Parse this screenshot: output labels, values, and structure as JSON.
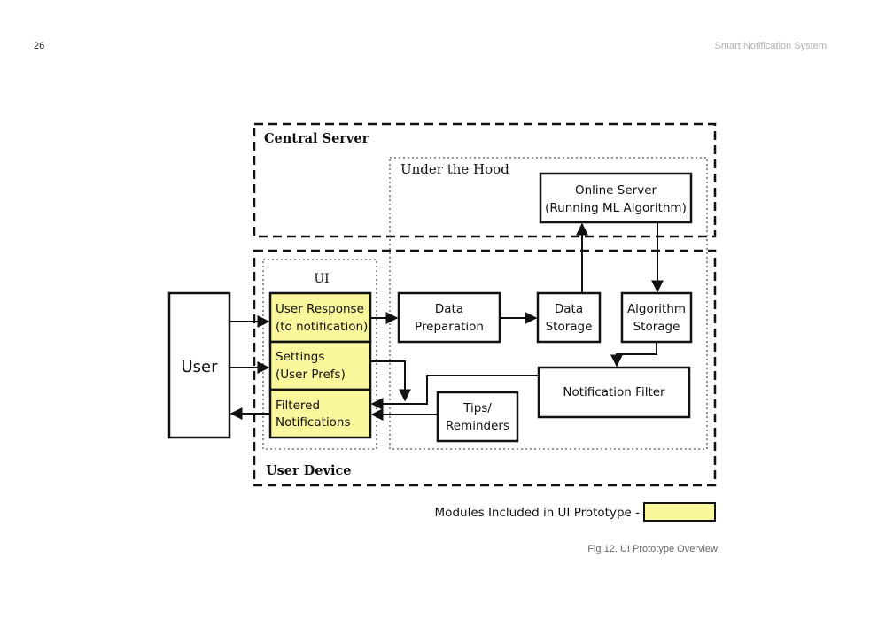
{
  "page": {
    "number": "26",
    "header": "Smart Notification System",
    "caption": "Fig 12. UI Prototype Overview"
  },
  "regions": {
    "central_server": "Central Server",
    "under_the_hood": "Under the Hood",
    "user_device": "User Device",
    "ui": "UI"
  },
  "nodes": {
    "user": "User",
    "online_server": [
      "Online Server",
      "(Running ML Algorithm)"
    ],
    "user_response": [
      "User Response",
      "(to notification)"
    ],
    "settings": [
      "Settings",
      "(User Prefs)"
    ],
    "filtered_notifications": [
      "Filtered",
      "Notifications"
    ],
    "data_preparation": [
      "Data",
      "Preparation"
    ],
    "data_storage": [
      "Data",
      "Storage"
    ],
    "algorithm_storage": [
      "Algorithm",
      "Storage"
    ],
    "notification_filter": "Notification Filter",
    "tips_reminders": [
      "Tips/",
      "Reminders"
    ]
  },
  "legend": {
    "label": "Modules Included in UI Prototype -"
  },
  "colors": {
    "ui_module_fill": "#faf69c",
    "stroke": "#111111",
    "header_text": "#b0b0b0"
  }
}
